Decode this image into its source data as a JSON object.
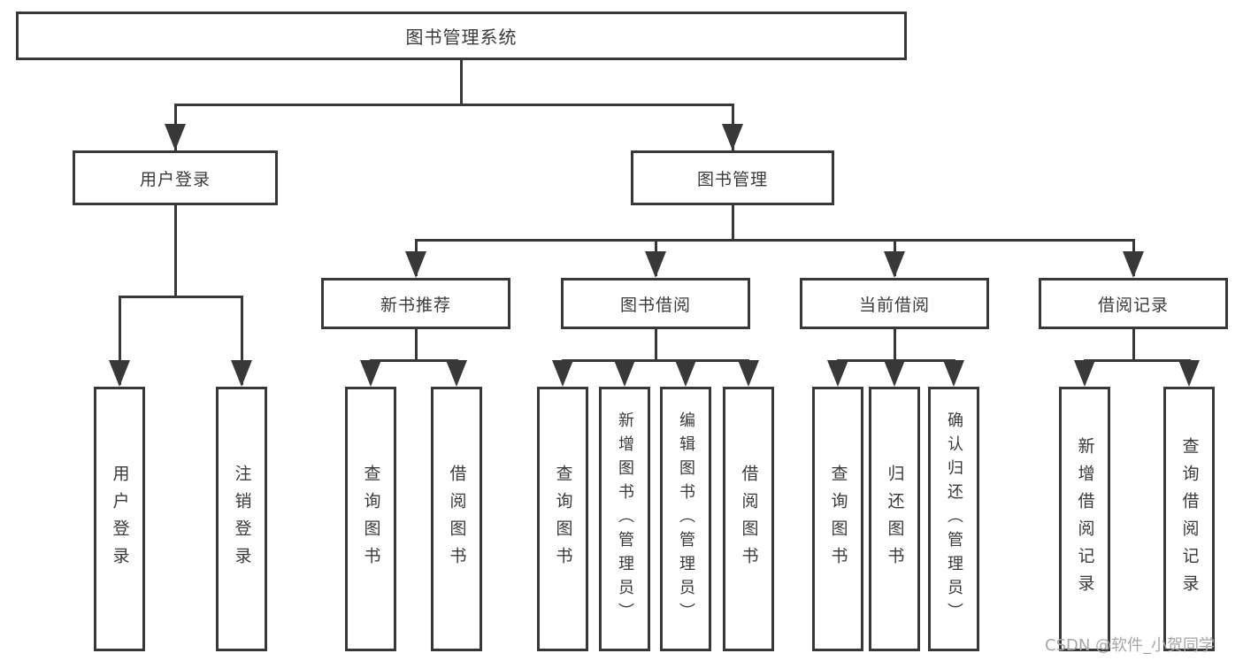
{
  "diagram": {
    "root": "图书管理系统",
    "user_login": {
      "label": "用户登录",
      "children": [
        "用户登录",
        "注销登录"
      ]
    },
    "book_mgmt": {
      "label": "图书管理"
    },
    "new_book_rec": {
      "label": "新书推荐",
      "children": [
        "查询图书",
        "借阅图书"
      ]
    },
    "book_borrow": {
      "label": "图书借阅",
      "children": [
        "查询图书",
        "新增图书（管理员）",
        "编辑图书（管理员）",
        "借阅图书"
      ]
    },
    "current_borrow": {
      "label": "当前借阅",
      "children": [
        "查询图书",
        "归还图书",
        "确认归还（管理员）"
      ]
    },
    "borrow_records": {
      "label": "借阅记录",
      "children": [
        "新增借阅记录",
        "查询借阅记录"
      ]
    }
  },
  "colors": {
    "line": "#383838",
    "text": "#3a3a3a",
    "background": "#ffffff",
    "watermark": "#a6a6a6"
  },
  "watermark": "CSDN @软件_小贺同学"
}
